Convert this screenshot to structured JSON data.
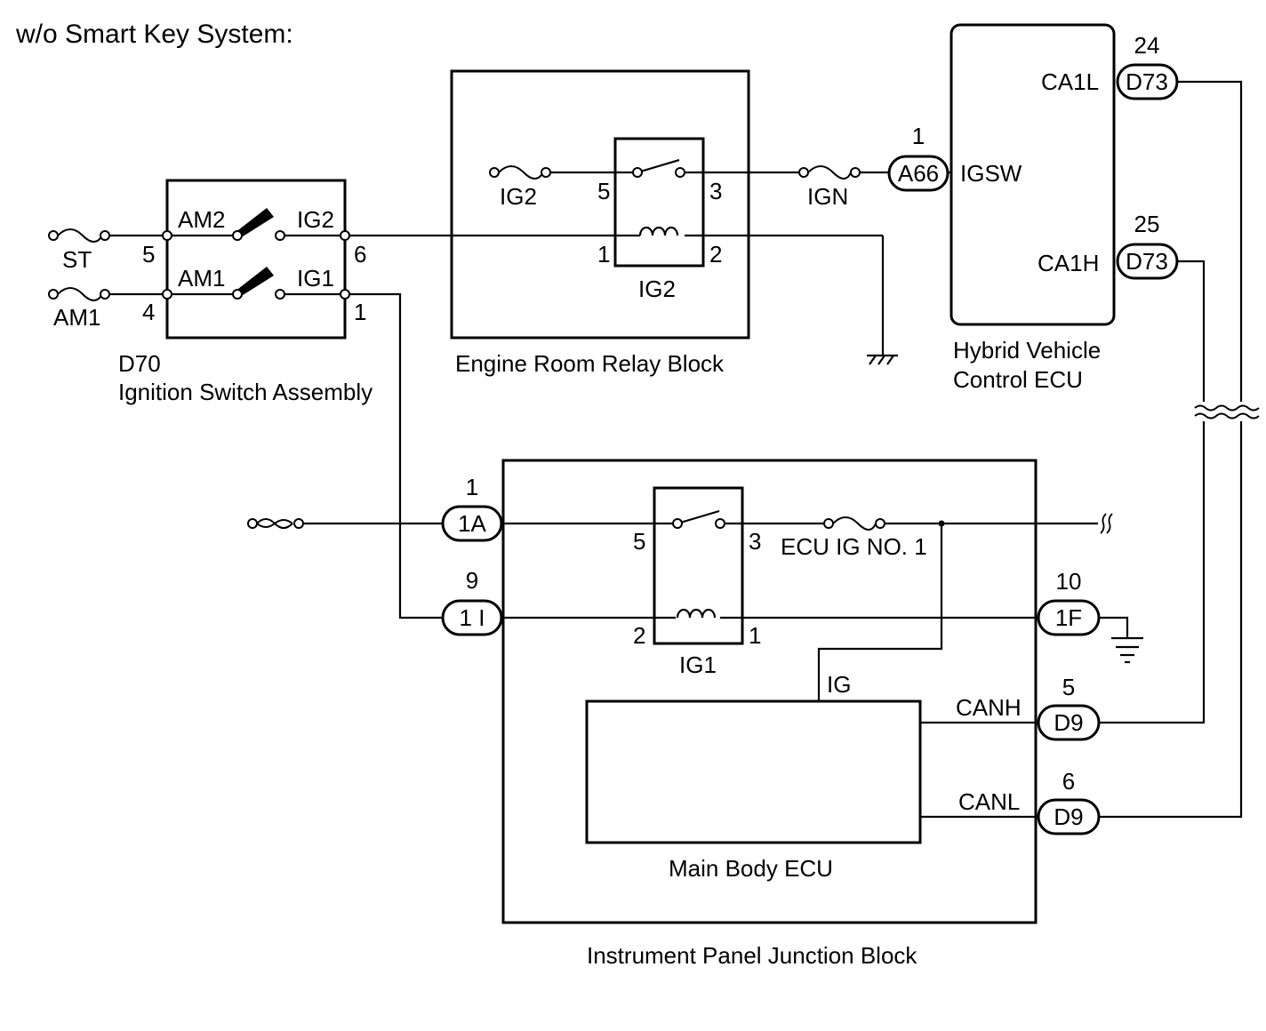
{
  "title": "w/o Smart Key System:",
  "ignition_switch": {
    "code": "D70",
    "name": "Ignition Switch Assembly",
    "fuse_st": "ST",
    "fuse_am1": "AM1",
    "contact_am2": "AM2",
    "contact_am1": "AM1",
    "contact_ig2": "IG2",
    "contact_ig1": "IG1",
    "pin_am2": "5",
    "pin_am1": "4",
    "pin_ig2": "6",
    "pin_ig1": "1"
  },
  "engine_room_relay_block": {
    "name": "Engine Room Relay Block",
    "fuse_ig2": "IG2",
    "relay_name": "IG2",
    "pin_5": "5",
    "pin_3": "3",
    "pin_1": "1",
    "pin_2": "2"
  },
  "ign_fuse": "IGN",
  "hybrid_ecu": {
    "name_line1": "Hybrid Vehicle",
    "name_line2": "Control ECU",
    "igsw_label": "IGSW",
    "ca1l_label": "CA1L",
    "ca1h_label": "CA1H",
    "conn_a66": "A66",
    "conn_a66_pin": "1",
    "conn_d73_l": "D73",
    "conn_d73_l_pin": "24",
    "conn_d73_h": "D73",
    "conn_d73_h_pin": "25"
  },
  "instrument_panel_jb": {
    "name": "Instrument Panel Junction Block",
    "conn_1a": "1A",
    "conn_1a_pin": "1",
    "conn_1i": "1 I",
    "conn_1i_pin": "9",
    "conn_1f": "1F",
    "conn_1f_pin": "10",
    "relay_name": "IG1",
    "pin_5": "5",
    "pin_3": "3",
    "pin_2": "2",
    "pin_1": "1",
    "fuse_ecu_ig": "ECU IG NO. 1",
    "ig_label": "IG"
  },
  "main_body_ecu": {
    "name": "Main Body ECU",
    "canh_label": "CANH",
    "canl_label": "CANL",
    "conn_d9_h": "D9",
    "conn_d9_h_pin": "5",
    "conn_d9_l": "D9",
    "conn_d9_l_pin": "6"
  }
}
